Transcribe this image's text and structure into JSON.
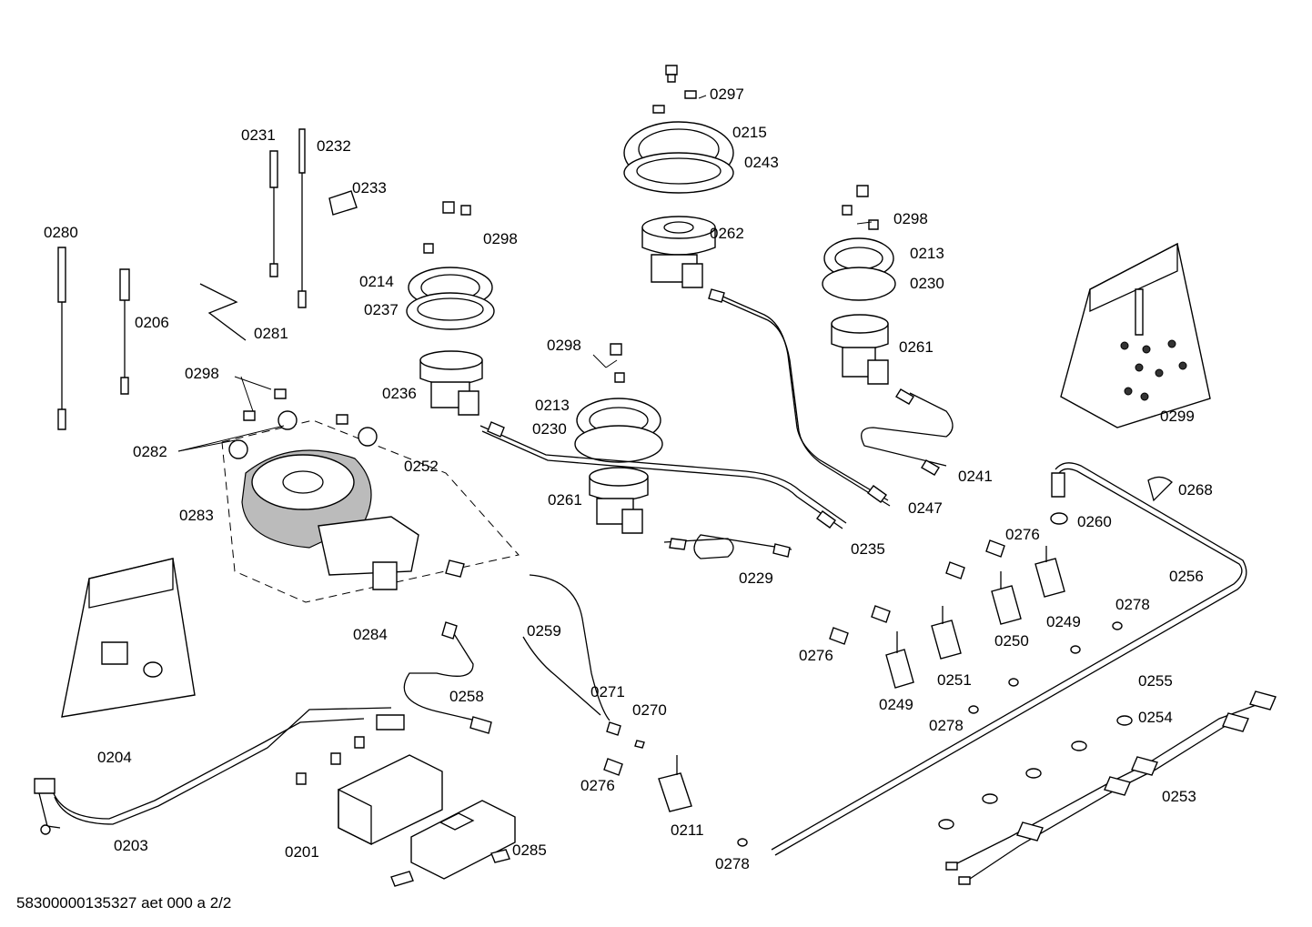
{
  "footer_text": "58300000135327 aet 000 a 2/2",
  "labels": {
    "l0297": "0297",
    "l0215": "0215",
    "l0243": "0243",
    "l0262": "0262",
    "l0231": "0231",
    "l0232": "0232",
    "l0233": "0233",
    "l0280": "0280",
    "l0206": "0206",
    "l0281": "0281",
    "l0214": "0214",
    "l0237": "0237",
    "l0298a": "0298",
    "l0298b": "0298",
    "l0298c": "0298",
    "l0298d": "0298",
    "l0236": "0236",
    "l0213a": "0213",
    "l0230a": "0230",
    "l0213b": "0213",
    "l0230b": "0230",
    "l0261a": "0261",
    "l0261b": "0261",
    "l0299": "0299",
    "l0241": "0241",
    "l0247": "0247",
    "l0235": "0235",
    "l0229": "0229",
    "l0282": "0282",
    "l0252": "0252",
    "l0283": "0283",
    "l0284": "0284",
    "l0204": "0204",
    "l0259": "0259",
    "l0258": "0258",
    "l0271": "0271",
    "l0270": "0270",
    "l0276a": "0276",
    "l0276b": "0276",
    "l0276c": "0276",
    "l0211": "0211",
    "l0278a": "0278",
    "l0278b": "0278",
    "l0278c": "0278",
    "l0268": "0268",
    "l0260": "0260",
    "l0256": "0256",
    "l0249a": "0249",
    "l0249b": "0249",
    "l0250": "0250",
    "l0251": "0251",
    "l0255": "0255",
    "l0254": "0254",
    "l0253": "0253",
    "l0203": "0203",
    "l0201": "0201",
    "l0285": "0285"
  }
}
